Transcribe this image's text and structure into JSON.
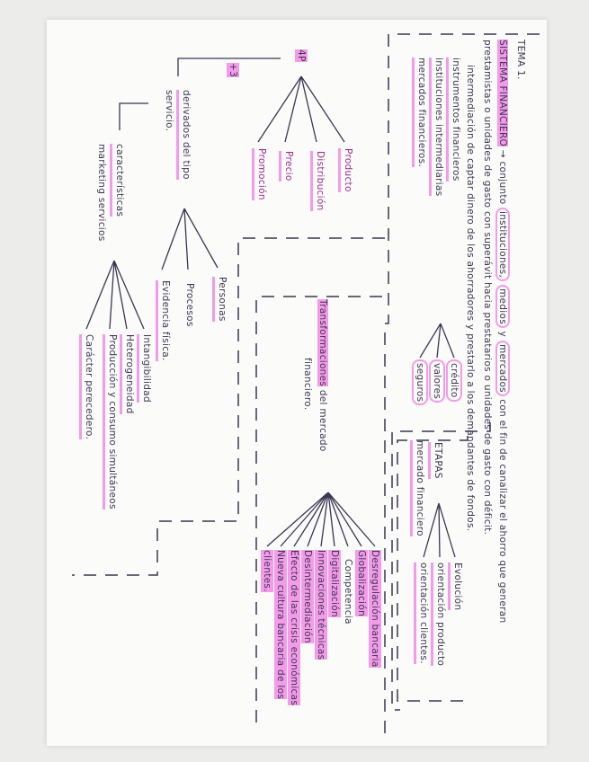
{
  "title": "TEMA 1.",
  "definition": {
    "term": "SISTEMA FINANCIERO",
    "arrow": "→ conjunto",
    "w1": "instituciones,",
    "w2": "medios",
    "w3": "y",
    "w4": "mercados",
    "rest1": "con el fin de canalizar el ahorro que generan",
    "line2": "prestamistas o unidades de gasto con superávit hacia prestatarios o unidades de gasto con déficit.",
    "line3": "intermediación de captar dinero de los ahorradores y prestarlo a los demandantes de fondos."
  },
  "components": [
    "instrumentos financieros",
    "instituciones intermediarias",
    "mercados financieros."
  ],
  "products": [
    "crédito",
    "valores",
    "seguros"
  ],
  "stages": {
    "label": "ETAPAS",
    "label2": "mercado financiero",
    "items": [
      "Evolución",
      "orientación producto",
      "orientación clientes."
    ]
  },
  "transformations": {
    "title": "Transformaciones",
    "title_rest": "del mercado",
    "title_line2": "financiero.",
    "items": [
      "Desregulación bancaria",
      "Globalización",
      "Competencia",
      "Digitalización",
      "Innovaciones técnicas",
      "Desintermediación",
      "Efecto de las crisis económicas",
      "Nueva cultura bancaria de los",
      "clientes."
    ]
  },
  "marketing": {
    "label": "4P",
    "items": [
      "Producto",
      "Distribución",
      "Precio",
      "Promoción"
    ],
    "plus": "+3",
    "derived_line1": "derivados del tipo",
    "derived_line2": "servicio.",
    "derived_items": [
      "Personas",
      "Procesos",
      "Evidencia física."
    ],
    "char_line1": "características",
    "char_line2": "marketing servicios",
    "char_items": [
      "Intangibilidad",
      "Heterogeneidad",
      "Producción y consumo simultáneos",
      "Carácter perecedero."
    ]
  },
  "colors": {
    "highlight": "#f39be9",
    "ink": "#3b3652"
  }
}
